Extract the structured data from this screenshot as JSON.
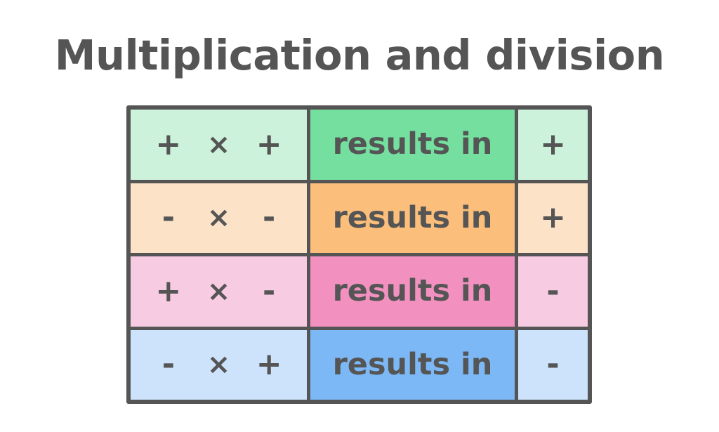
{
  "page": {
    "title": "Multiplication and division",
    "background_color": "#ffffff",
    "text_color": "#555555",
    "border_color": "#555555"
  },
  "table": {
    "columns": [
      "expression",
      "phrase",
      "result"
    ],
    "rows": [
      {
        "left_sign": "+",
        "operator": "×",
        "right_sign": "+",
        "phrase": "results in",
        "result_sign": "+",
        "light_color": "#cdf2db",
        "accent_color": "#74df9e",
        "color_name": "green"
      },
      {
        "left_sign": "-",
        "operator": "×",
        "right_sign": "-",
        "phrase": "results in",
        "result_sign": "+",
        "light_color": "#fce3c8",
        "accent_color": "#fbbe7b",
        "color_name": "orange"
      },
      {
        "left_sign": "+",
        "operator": "×",
        "right_sign": "-",
        "phrase": "results in",
        "result_sign": "-",
        "light_color": "#f7cce2",
        "accent_color": "#f291c0",
        "color_name": "pink"
      },
      {
        "left_sign": "-",
        "operator": "×",
        "right_sign": "+",
        "phrase": "results in",
        "result_sign": "-",
        "light_color": "#cde3fb",
        "accent_color": "#7cb8f5",
        "color_name": "blue"
      }
    ]
  }
}
